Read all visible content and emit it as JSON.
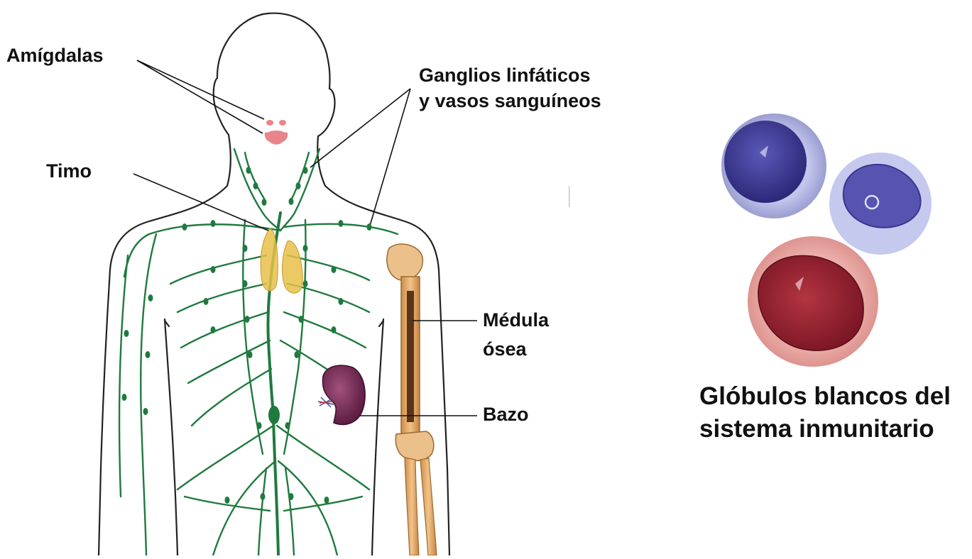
{
  "labels": {
    "tonsils": "Amígdalas",
    "lymph_line1": "Ganglios linfáticos",
    "lymph_line2": "y vasos sanguíneos",
    "thymus": "Timo",
    "marrow_line1": "Médula",
    "marrow_line2": "ósea",
    "spleen": "Bazo"
  },
  "caption": {
    "line1": "Glóbulos blancos del",
    "line2": "sistema inmunitario"
  },
  "colors": {
    "lymph": "#1f7a3e",
    "thymus": "#e8c04a",
    "tonsils": "#e8848a",
    "spleen": "#7a2a55",
    "bone": "#e2a660",
    "cell_blue_nucleus": "#3a3590",
    "cell_blue_halo": "#b7bbe6",
    "cell_red_nucleus": "#8f1f2e",
    "cell_red_halo": "#ecaaa6",
    "line": "#111111"
  },
  "icons": [
    "body-outline-icon",
    "lymph-network-icon",
    "thymus-icon",
    "tonsils-icon",
    "spleen-icon",
    "arm-bone-icon",
    "white-blood-cell-icon"
  ]
}
